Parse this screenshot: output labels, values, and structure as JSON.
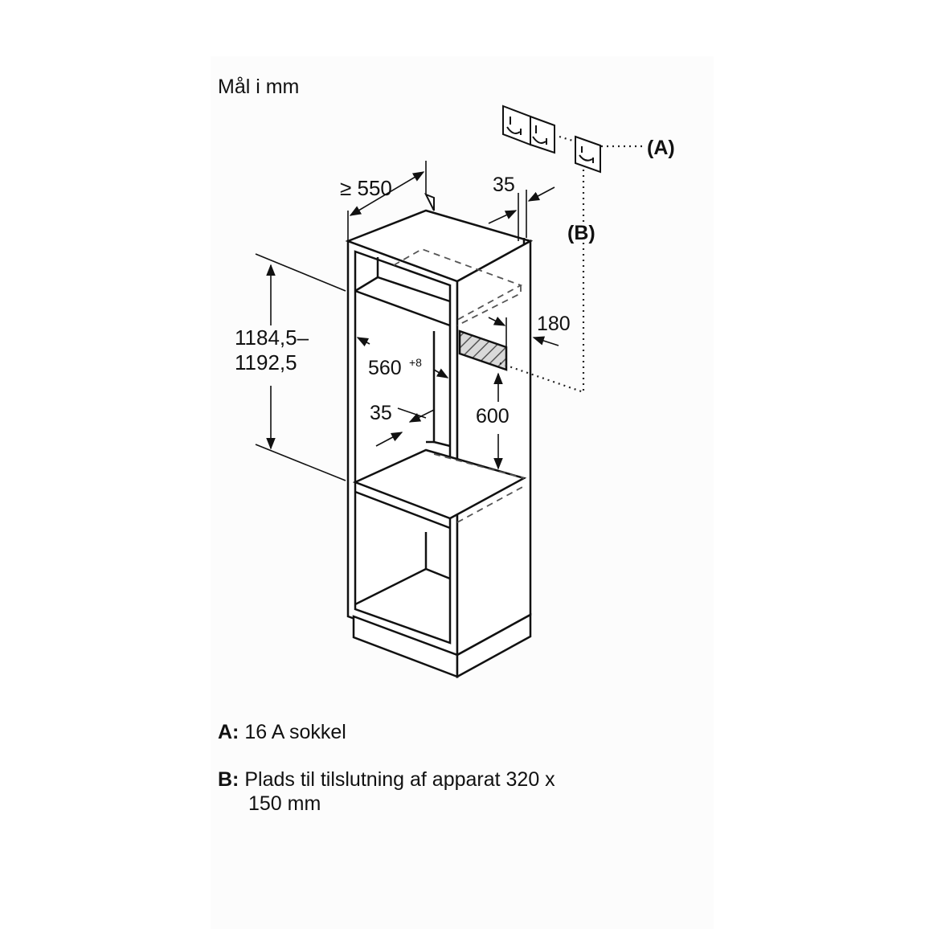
{
  "units_label": "Mål i mm",
  "dimensions": {
    "depth": "≥ 550",
    "side_gap": "35",
    "height_line1": "1184,5–",
    "height_line2": "1192,5",
    "width_base": "560",
    "width_sup": "+8",
    "inner_gap": "35",
    "socket_offset": "180",
    "niche_height": "600"
  },
  "callouts": {
    "a": "(A)",
    "b": "(B)"
  },
  "legend": [
    {
      "key": "A:",
      "text": "16 A sokkel"
    },
    {
      "key": "B:",
      "text_line1": "Plads til tilslutning af apparat 320 x",
      "text_line2": "150 mm"
    }
  ]
}
